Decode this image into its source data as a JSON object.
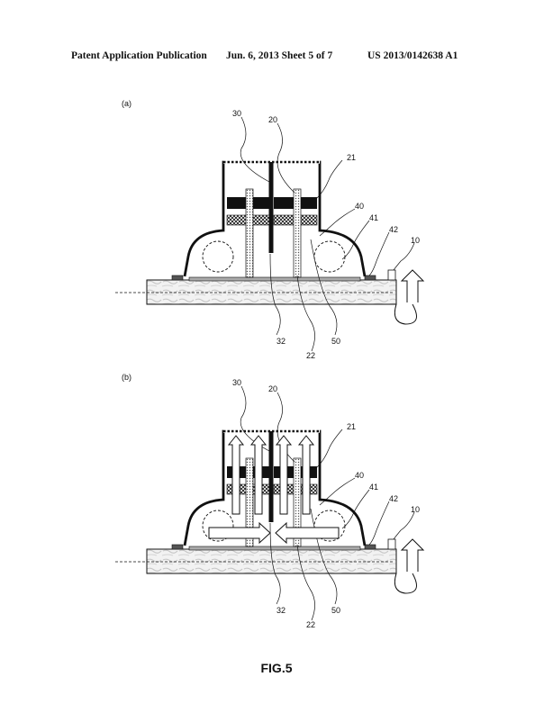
{
  "header": {
    "left": "Patent Application Publication",
    "middle": "Jun. 6, 2013   Sheet 5 of 7",
    "right": "US 2013/0142638 A1"
  },
  "panels": {
    "a": {
      "label": "(a)",
      "refs": {
        "r30": "30",
        "r20": "20",
        "r21": "21",
        "r40": "40",
        "r41": "41",
        "r42": "42",
        "r10": "10",
        "r32": "32",
        "r22": "22",
        "r50": "50"
      }
    },
    "b": {
      "label": "(b)",
      "refs": {
        "r30": "30",
        "r20": "20",
        "r21": "21",
        "r40": "40",
        "r41": "41",
        "r42": "42",
        "r10": "10",
        "r32": "32",
        "r22": "22",
        "r50": "50"
      }
    }
  },
  "caption": "FIG.5"
}
